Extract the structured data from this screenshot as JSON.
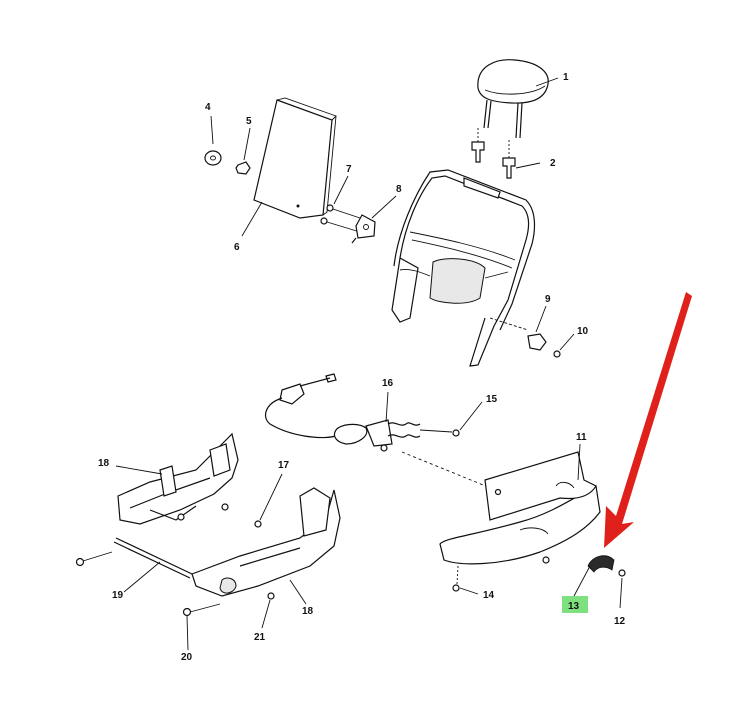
{
  "diagram": {
    "highlight_color": "#7ee07e",
    "arrow_color": "#e0201b",
    "callouts": [
      {
        "id": "c1",
        "label": "1"
      },
      {
        "id": "c2",
        "label": "2"
      },
      {
        "id": "c4",
        "label": "4"
      },
      {
        "id": "c5",
        "label": "5"
      },
      {
        "id": "c6",
        "label": "6"
      },
      {
        "id": "c7",
        "label": "7"
      },
      {
        "id": "c8",
        "label": "8"
      },
      {
        "id": "c9",
        "label": "9"
      },
      {
        "id": "c10",
        "label": "10"
      },
      {
        "id": "c11",
        "label": "11"
      },
      {
        "id": "c12",
        "label": "12"
      },
      {
        "id": "c13",
        "label": "13"
      },
      {
        "id": "c14",
        "label": "14"
      },
      {
        "id": "c15",
        "label": "15"
      },
      {
        "id": "c16",
        "label": "16"
      },
      {
        "id": "c17",
        "label": "17"
      },
      {
        "id": "c18a",
        "label": "18"
      },
      {
        "id": "c18b",
        "label": "18"
      },
      {
        "id": "c19",
        "label": "19"
      },
      {
        "id": "c20",
        "label": "20"
      },
      {
        "id": "c21",
        "label": "21"
      }
    ]
  }
}
